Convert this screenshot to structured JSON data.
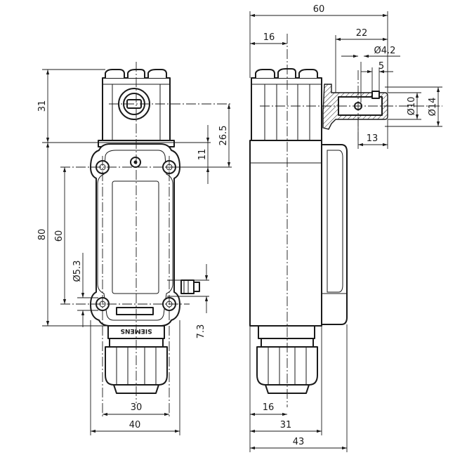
{
  "front_view": {
    "label_text": "SIEMENS",
    "dims": {
      "height_total_top": "31",
      "height_80": "80",
      "height_60": "60",
      "height_26_5": "26.5",
      "height_11": "11",
      "hole_dia": "Ø5.3",
      "offset_7_3": "7.3",
      "width_30": "30",
      "width_40": "40"
    }
  },
  "side_view": {
    "dims": {
      "width_60": "60",
      "width_16_top": "16",
      "width_22": "22",
      "hole_dia_4_2": "Ø4.2",
      "width_5": "5",
      "dia_10": "Ø10",
      "dia_14": "Ø14",
      "width_13": "13",
      "width_16_bottom": "16",
      "width_31": "31",
      "width_43": "43"
    }
  }
}
